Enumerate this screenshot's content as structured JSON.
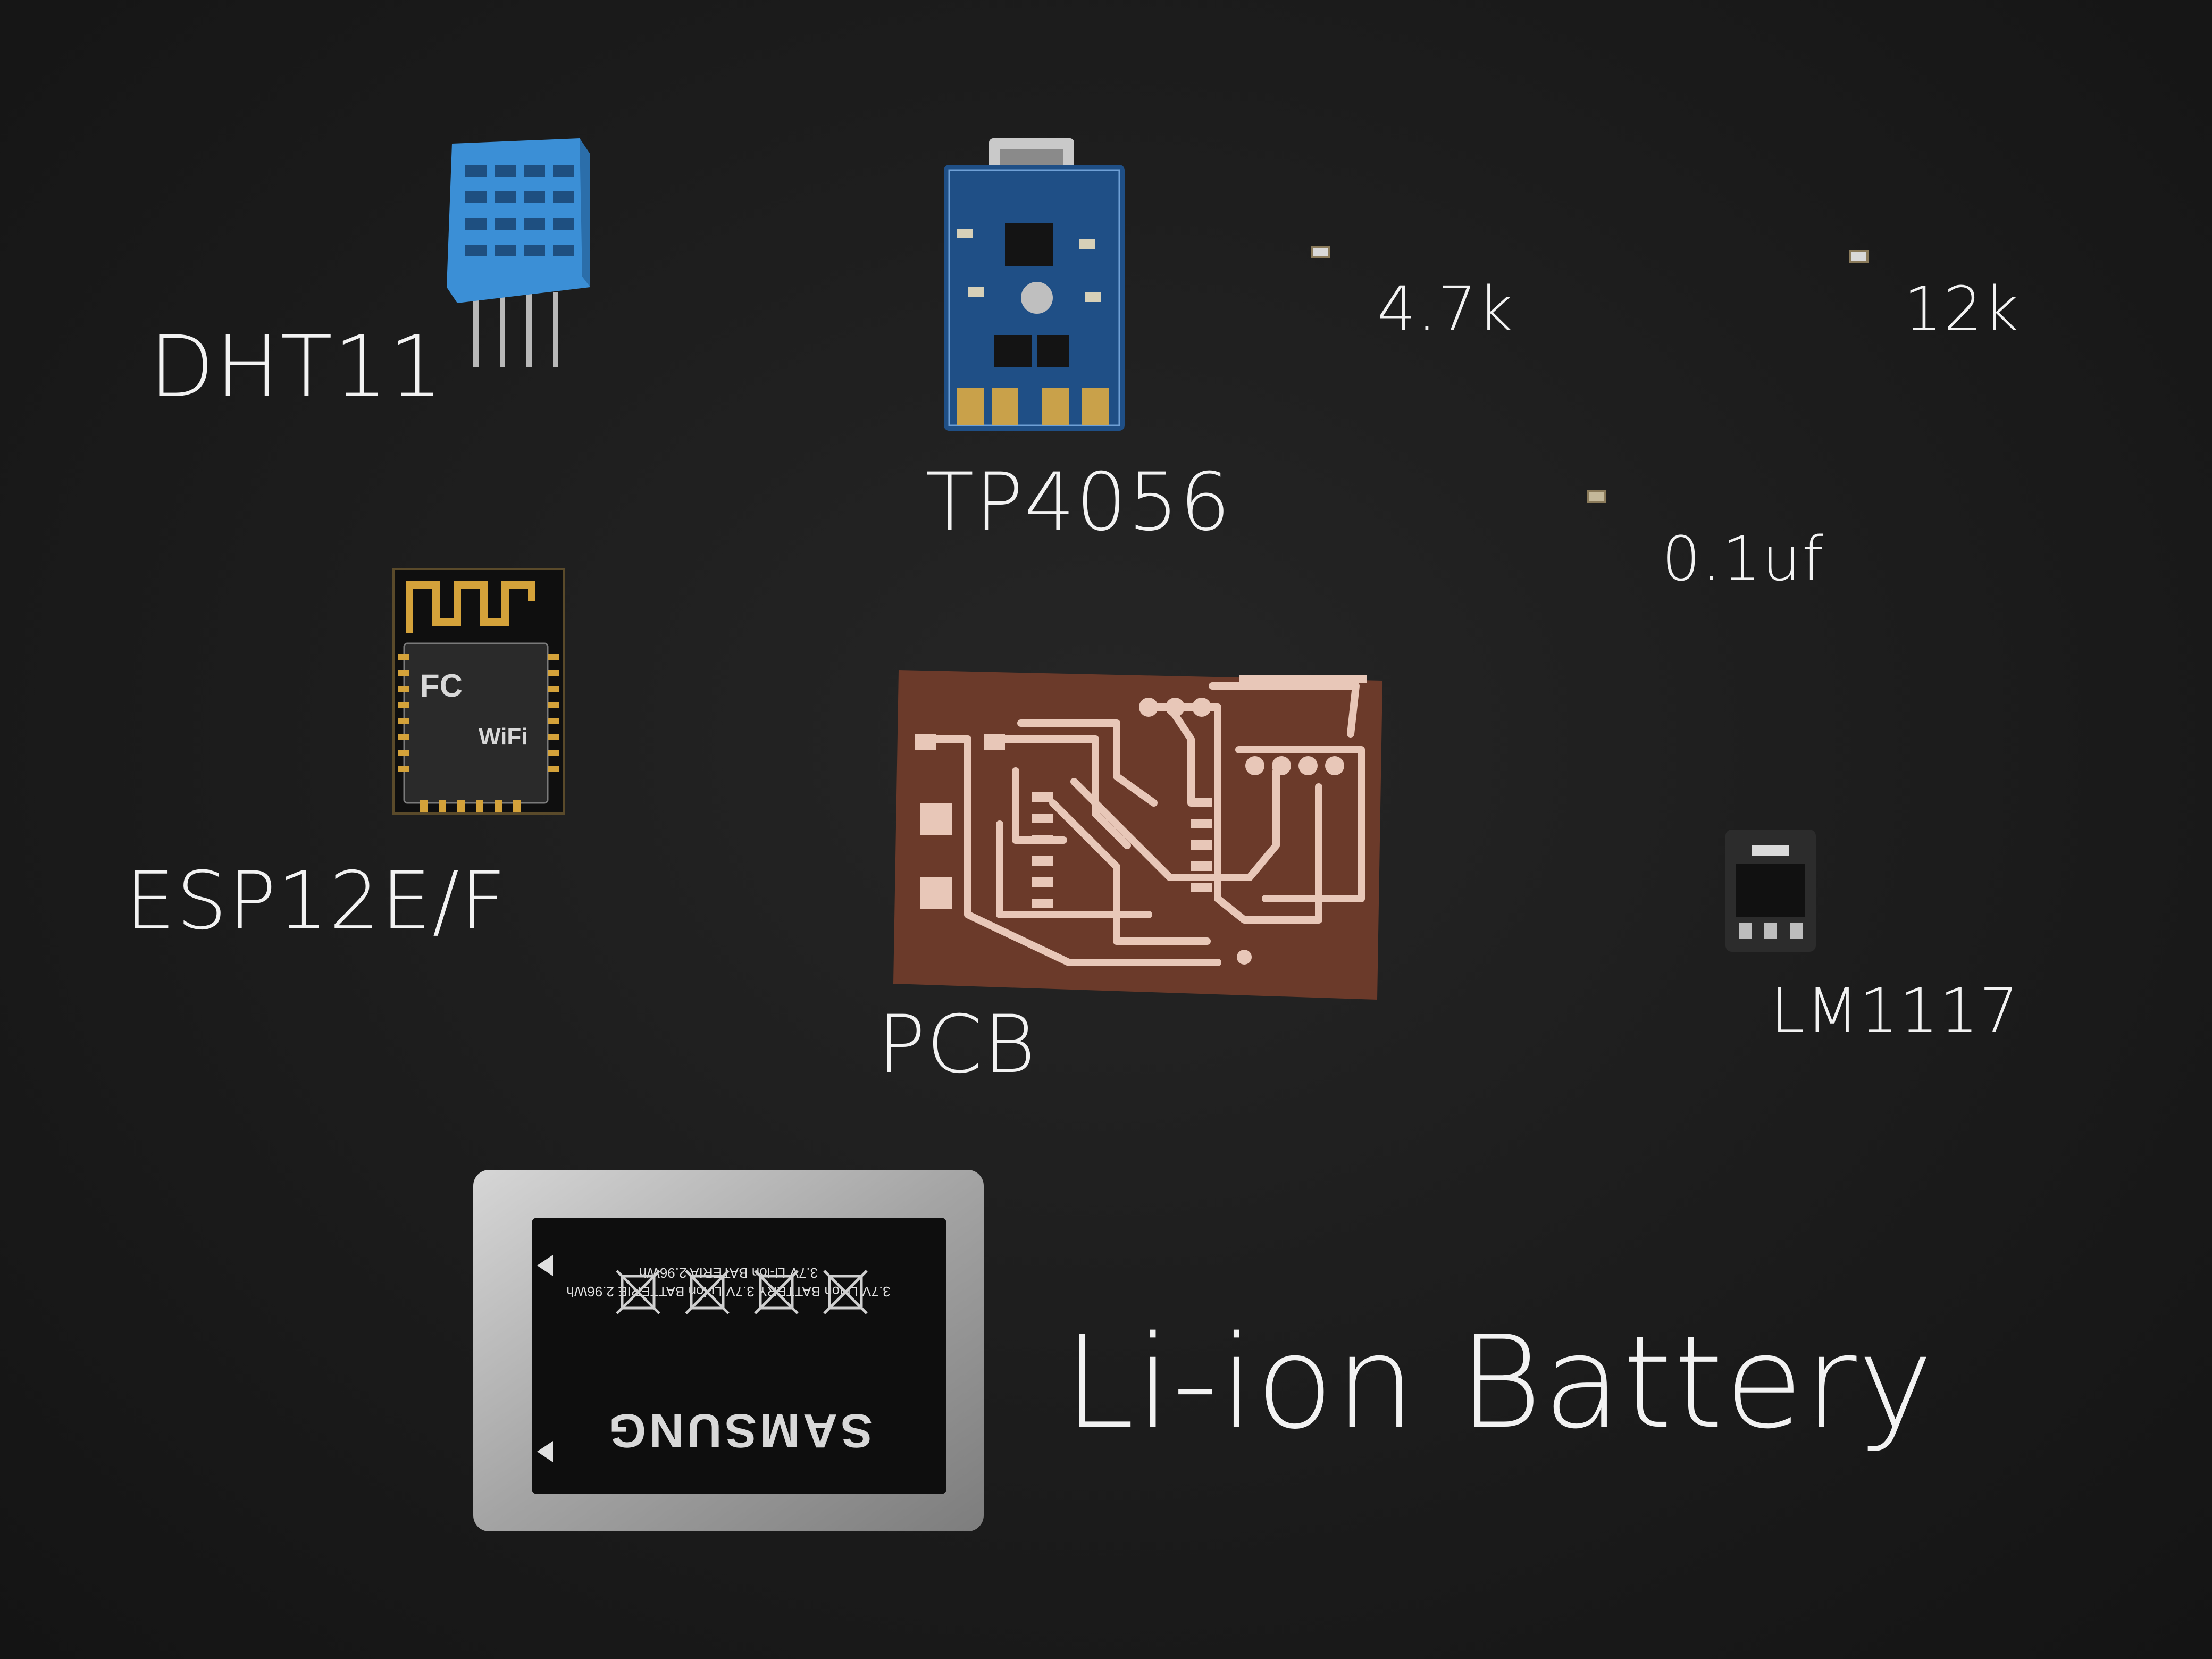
{
  "labels": {
    "dht11": "DHT11",
    "tp4056": "TP4056",
    "r47k": "4.7k",
    "r12k": "12k",
    "cap": "0.1uf",
    "esp": "ESP12E/F",
    "pcb": "PCB",
    "lm1117": "LM1117",
    "battery": "Li-ion Battery"
  },
  "battery_print": {
    "brand": "SAMSUNG",
    "spec_line1": "3.7V Li-ion BATTERY  3.7V Li-ion BATTERIE  2.96Wh",
    "spec_line2": "3.7V Li-ion BATERIA  2.96Wh"
  },
  "esp_print": {
    "wifi": "WiFi",
    "fc": "FC"
  },
  "colors": {
    "background": "#1c1c1c",
    "label": "#f2f2f2",
    "dht_blue": "#3b8fd6",
    "tp_board": "#1f4f86",
    "pcb_copper": "#6b3a2a",
    "pcb_trace": "#e8c7b8"
  }
}
